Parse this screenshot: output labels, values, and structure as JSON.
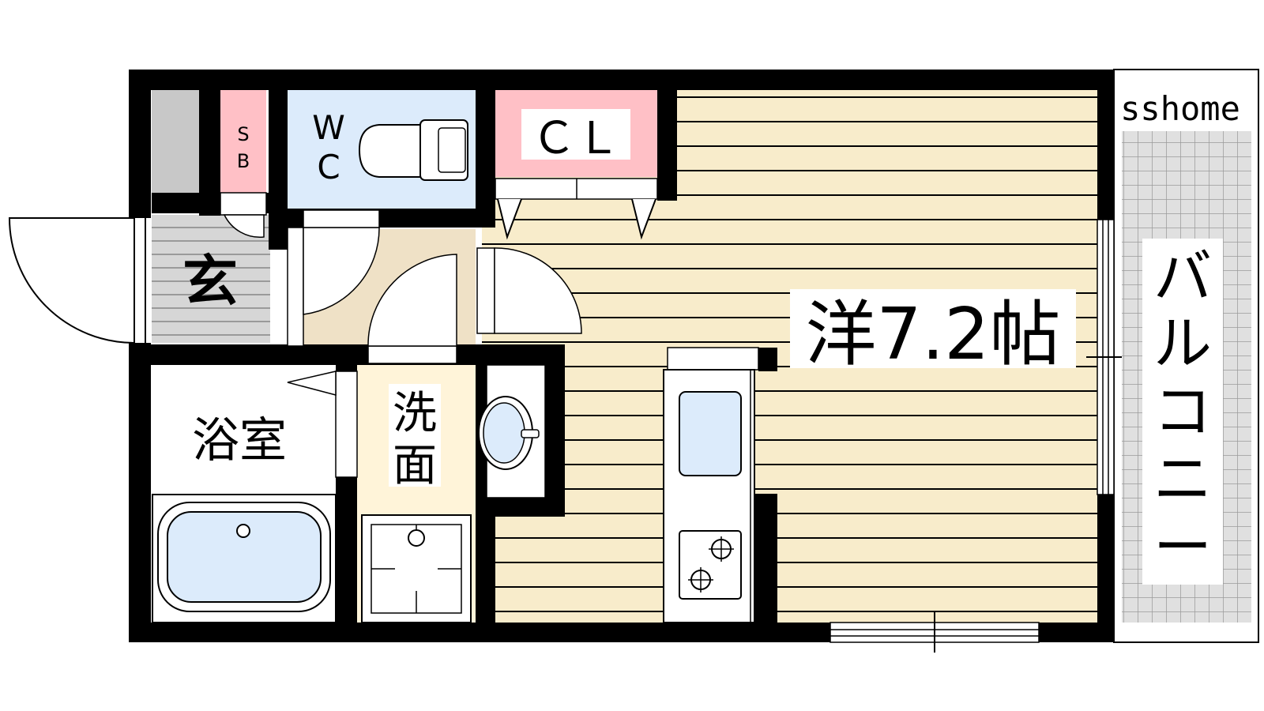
{
  "labels": {
    "genkan": "玄",
    "shoebox_s": "S",
    "shoebox_b": "B",
    "wc_w": "W",
    "wc_c": "C",
    "closet": "ＣＬ",
    "western_room": "洋7.2帖",
    "bath": "浴室",
    "washroom_1": "洗",
    "washroom_2": "面",
    "balcony_1": "バ",
    "balcony_2": "ル",
    "balcony_3": "コ",
    "balcony_4": "ニ",
    "balcony_5": "ー",
    "watermark": "sshome"
  },
  "colors": {
    "wall": "#000000",
    "floor": "#f8eccb",
    "floor_lines": "#000000",
    "genkan_tile": "#d6d6d6",
    "storage": "#ffc0c6",
    "toilet": "#dcebfb",
    "corridor": "#efe1c6",
    "washroom": "#fff4d9",
    "bath_fixture": "#dcebfb",
    "balcony_grid": "#bfbfbf"
  }
}
